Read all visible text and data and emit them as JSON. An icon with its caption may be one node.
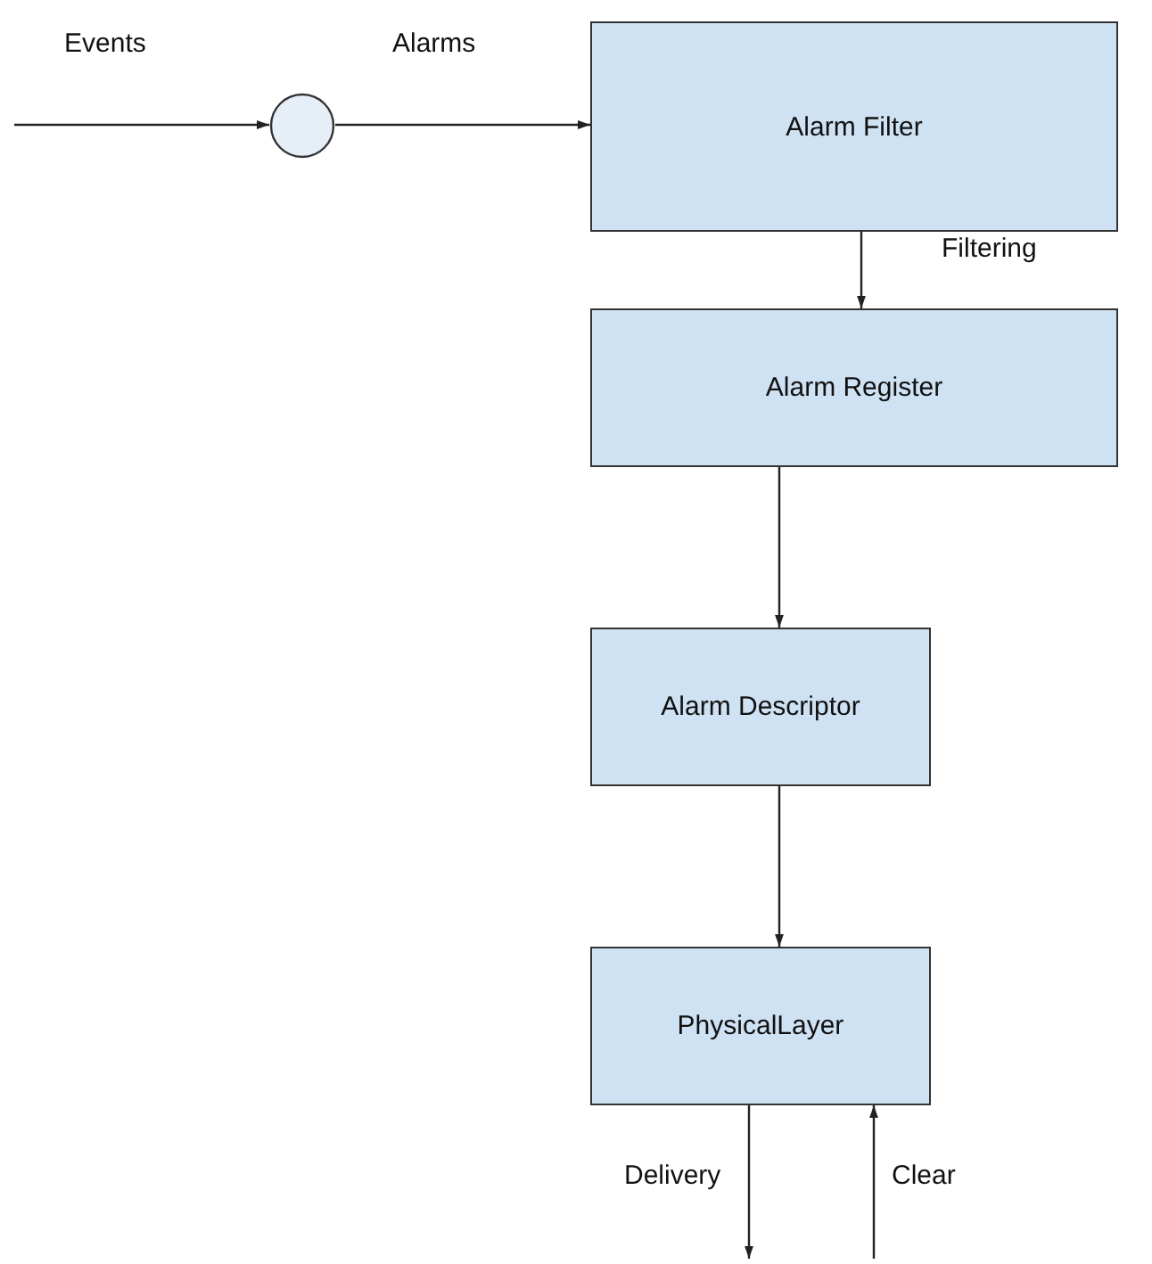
{
  "diagram": {
    "nodes": [
      {
        "text": [],
        "shape": "circle"
      },
      {
        "text": [
          "Alarm Filter"
        ]
      },
      {
        "text": [
          "Alarm Register"
        ]
      },
      {
        "text": [
          "Alarm Descriptor"
        ]
      },
      {
        "text": [
          "PhysicalLayer"
        ]
      }
    ],
    "edges": [
      {
        "from": null,
        "to": 0,
        "arrow": "to",
        "label": "Events"
      },
      {
        "from": 0,
        "to": 1,
        "arrow": "to",
        "label": "Alarms"
      },
      {
        "from": 1,
        "to": 2,
        "arrow": "to",
        "label": "Filtering"
      },
      {
        "from": 2,
        "to": 3,
        "arrow": "to"
      },
      {
        "from": 3,
        "to": 4,
        "arrow": "to"
      },
      {
        "from": 4,
        "to": null,
        "arrow": "to",
        "label": "Delivery"
      },
      {
        "from": null,
        "to": 4,
        "arrow": "to",
        "label": "Clear"
      }
    ]
  }
}
